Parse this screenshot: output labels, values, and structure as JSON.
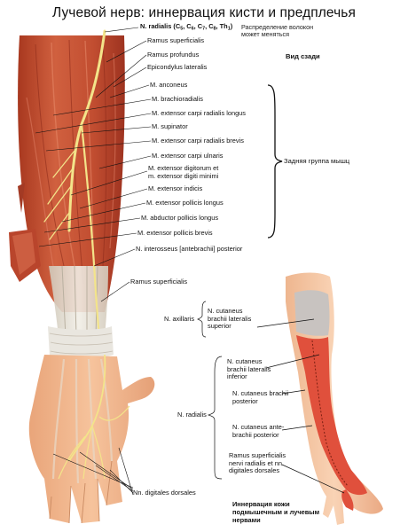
{
  "title": "Лучевой нерв: иннервация кисти и предплечья",
  "nerve_label": {
    "name": "N. radialis (C",
    "s1": "5",
    "c6": ", C",
    "s2": "6",
    "c7": ", C",
    "s3": "7",
    "c8": ", C",
    "s4": "8",
    "th": ", Th",
    "s5": "1",
    "close": ")"
  },
  "distribution_note": [
    "Распределение волокон",
    "может меняться"
  ],
  "view_label": "Вид сзади",
  "posterior_group_label": "Задняя группа мышц",
  "forearm_labels": [
    "Ramus superficialis",
    "Ramus profundus",
    "Epicondylus lateralis",
    "M. anconeus",
    "M. brachioradialis",
    "M. extensor carpi radialis longus",
    "M. supinator",
    "M. extensor carpi radialis brevis",
    "M. extensor carpi ulnaris",
    "M. extensor digitorum et",
    "m. extensor digiti minimi",
    "M. extensor indicis",
    "M. extensor pollicis longus",
    "M. abductor pollicis longus",
    "M. extensor pollicis brevis",
    "N. interosseus [antebrachii] posterior",
    "Ramus superficialis",
    "Nn. digitales dorsales"
  ],
  "axillaris": {
    "nerve": "N. axillaris",
    "branch": [
      "N. cutaneus",
      "brachii lateralis",
      "superior"
    ]
  },
  "radialis_cutaneous": {
    "nerve": "N. radialis",
    "branches": [
      [
        "N. cutaneus",
        "brachii lateralis",
        "inferior"
      ],
      [
        "N. cutaneus brachii",
        "posterior"
      ],
      [
        "N. cutaneus ante-",
        "brachii posterior"
      ],
      [
        "Ramus superficialis",
        "nervi radialis et nn.",
        "digitales dorsales"
      ]
    ]
  },
  "caption": [
    "Иннервация кожи",
    "подмышечным и лучевым",
    "нервами"
  ],
  "colors": {
    "muscle": "#c9563a",
    "muscle_dark": "#9c3220",
    "skin": "#f0b58c",
    "tendon": "#e3e0d6",
    "nerve": "#f3e48a",
    "axillary_zone": "#c8c3c0",
    "radial_zone": "#e0503c"
  }
}
